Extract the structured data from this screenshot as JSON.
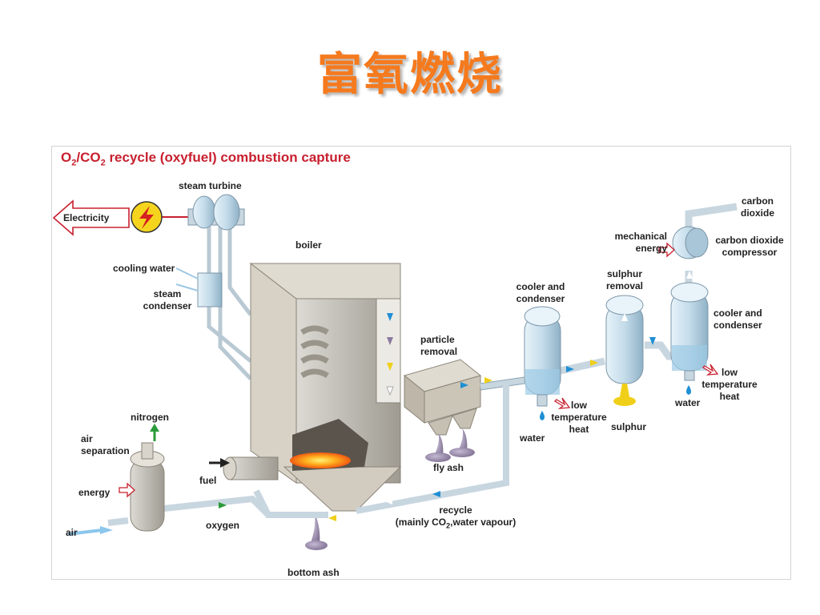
{
  "slide": {
    "title": "富氧燃烧"
  },
  "diagram": {
    "title_prefix": "O",
    "title_sub1": "2",
    "title_mid": "/CO",
    "title_sub2": "2",
    "title_suffix": " recycle (oxyfuel) combustion capture",
    "labels": {
      "electricity": "Electricity",
      "steam_turbine": "steam turbine",
      "boiler": "boiler",
      "cooling_water": "cooling water",
      "steam": "steam",
      "condenser": "condenser",
      "particle": "particle",
      "removal": "removal",
      "fly_ash": "fly ash",
      "cooler_and_1": "cooler and",
      "condenser_1": "condenser",
      "low_1": "low",
      "temperature_1": "temperature",
      "heat_1": "heat",
      "water_1": "water",
      "sulphur_line1": "sulphur",
      "sulphur_line2": "removal",
      "sulphur": "sulphur",
      "mechanical": "mechanical",
      "energy_top": "energy",
      "carbon": "carbon",
      "dioxide": "dioxide",
      "compressor_line1": "carbon dioxide",
      "compressor_line2": "compressor",
      "cooler_and_2": "cooler and",
      "condenser_2": "condenser",
      "low_2": "low",
      "temperature_2": "temperature",
      "heat_2": "heat",
      "water_2": "water",
      "nitrogen": "nitrogen",
      "air": "air",
      "separation": "separation",
      "energy": "energy",
      "air_in": "air",
      "fuel": "fuel",
      "oxygen": "oxygen",
      "bottom_ash": "bottom ash",
      "recycle": "recycle",
      "recycle_detail_a": "(mainly CO",
      "recycle_detail_sub": "2",
      "recycle_detail_b": ",water vapour)"
    }
  },
  "colors": {
    "title": "#f57a1e",
    "heading": "#c8202f",
    "boiler": "#c9c2b4",
    "pipe": "#c8d6e0",
    "vessel": "#b8d8ea"
  }
}
